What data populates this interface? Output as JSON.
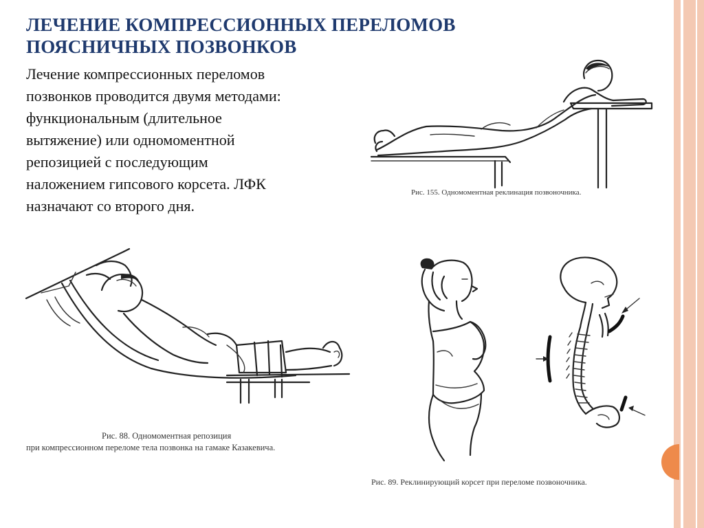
{
  "slide": {
    "title_lines": [
      "ЛЕЧЕНИЕ КОМПРЕССИОННЫХ ПЕРЕЛОМОВ",
      "ПОЯСНИЧНЫХ ПОЗВОНКОВ"
    ],
    "body_lines": [
      "Лечение компрессионных переломов",
      "позвонков проводится двумя методами:",
      "функциональным (длительное",
      "вытяжение) или одномоментной",
      "репозицией с последующим",
      "наложением гипсового корсета. ЛФК",
      "назначают со второго дня."
    ]
  },
  "figures": {
    "fig155_caption": "Рис. 155. Одномоментная реклинация позвоночника.",
    "fig88_caption_line1": "Рис. 88.  Одномоментная репозиция",
    "fig88_caption_line2": "при компрессионном переломе тела позвонка на гамаке Казакевича.",
    "fig89_caption": "Рис. 89. Реклинирующий корсет при переломе позвоночника."
  },
  "colors": {
    "title": "#1f3a6e",
    "accent_band": "#f4c9b3",
    "accent_tab": "#ee8a4b"
  }
}
